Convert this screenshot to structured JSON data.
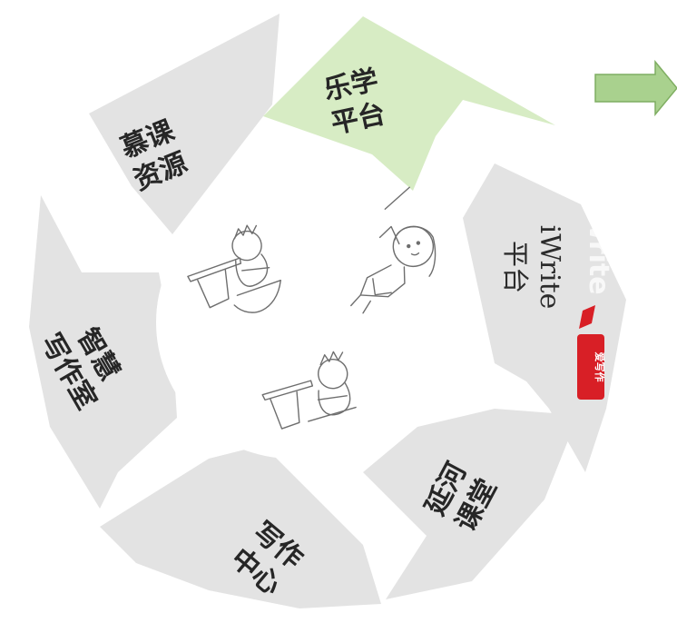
{
  "segments": {
    "lexue": {
      "line1": "乐学",
      "line2": "平台"
    },
    "muke": {
      "line1": "慕课",
      "line2": "资源"
    },
    "iwrite": {
      "line1": "iWrite",
      "line2": "平台"
    },
    "zhihui": {
      "line1": "智慧",
      "line2": "写作室"
    },
    "yanhe": {
      "line1": "延河",
      "line2": "课堂"
    },
    "xiezuo": {
      "line1": "写作",
      "line2": "中心"
    }
  },
  "logo": {
    "wordmark": "iWrite",
    "badge": "爱写作"
  },
  "colors": {
    "segment": "#e3e3e3",
    "highlight": "#d7ecc4",
    "arrow_fill": "#a9d18e",
    "arrow_stroke": "#7fae62",
    "logo_red": "#d81f26"
  },
  "icons": {
    "arrow": "right-arrow-icon",
    "center": "teacher-students-illustration"
  }
}
